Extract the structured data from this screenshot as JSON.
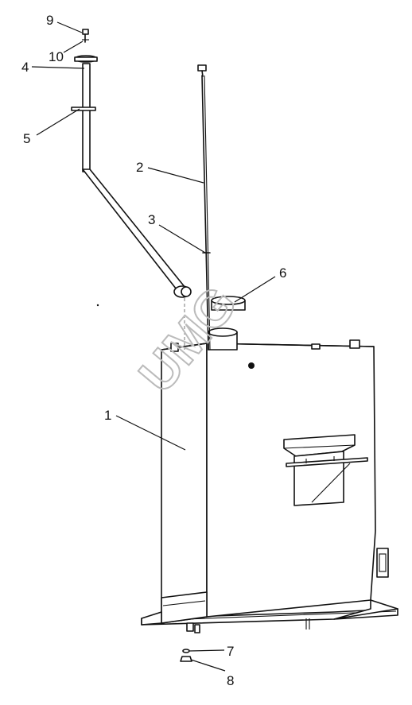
{
  "watermark": "UMG",
  "callouts": {
    "c1": "1",
    "c2": "2",
    "c3": "3",
    "c4": "4",
    "c5": "5",
    "c6": "6",
    "c7": "7",
    "c8": "8",
    "c9": "9",
    "c10": "10"
  }
}
